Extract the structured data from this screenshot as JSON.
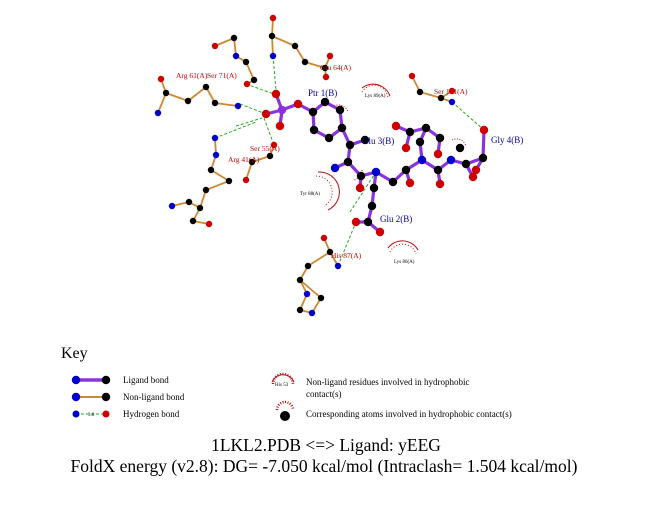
{
  "residue_labels": {
    "arg61": "Arg 61(A)",
    "ser71": "Ser 71(A)",
    "glu64": "Glu 64(A)",
    "lys89": "Lys 89(A)",
    "ser101": "Ser 101(A)",
    "arg41": "Arg 41(A)",
    "ser55": "Ser 55(A)",
    "tyr88": "Tyr 88(A)",
    "his87": "His 87(A)",
    "lys86": "Lys 86(A)"
  },
  "ligand_labels": {
    "ptr1": "Ptr 1(B)",
    "glu3": "Glu 3(B)",
    "gly4": "Gly 4(B)",
    "glu2": "Glu 2(B)"
  },
  "key": {
    "title": "Key",
    "ligand_bond": "Ligand bond",
    "non_ligand_bond": "Non-ligand bond",
    "hydrogen_bond": "Hydrogen bond",
    "hbond_length": "3.0",
    "example_residue": "His 53",
    "hydrophobic_line1": "Non-ligand residues involved in hydrophobic",
    "hydrophobic_line2": "contact(s)",
    "corresponding_atoms": "Corresponding atoms involved in hydrophobic contact(s)"
  },
  "caption": {
    "line1": "1LKL2.PDB <=> Ligand: yEEG",
    "line2": "FoldX energy (v2.8): DG= -7.050 kcal/mol (Intraclash= 1.504 kcal/mol)"
  },
  "colors": {
    "ligand_bond": "#8833dd",
    "non_ligand_bond": "#cc8833",
    "hydrogen_bond": "#22aa22",
    "residue_label": "#cc0000",
    "ligand_label": "#000099",
    "oxygen": "#dd0000",
    "nitrogen": "#0000cc",
    "carbon": "#000000",
    "phosphorus": "#8833dd"
  }
}
